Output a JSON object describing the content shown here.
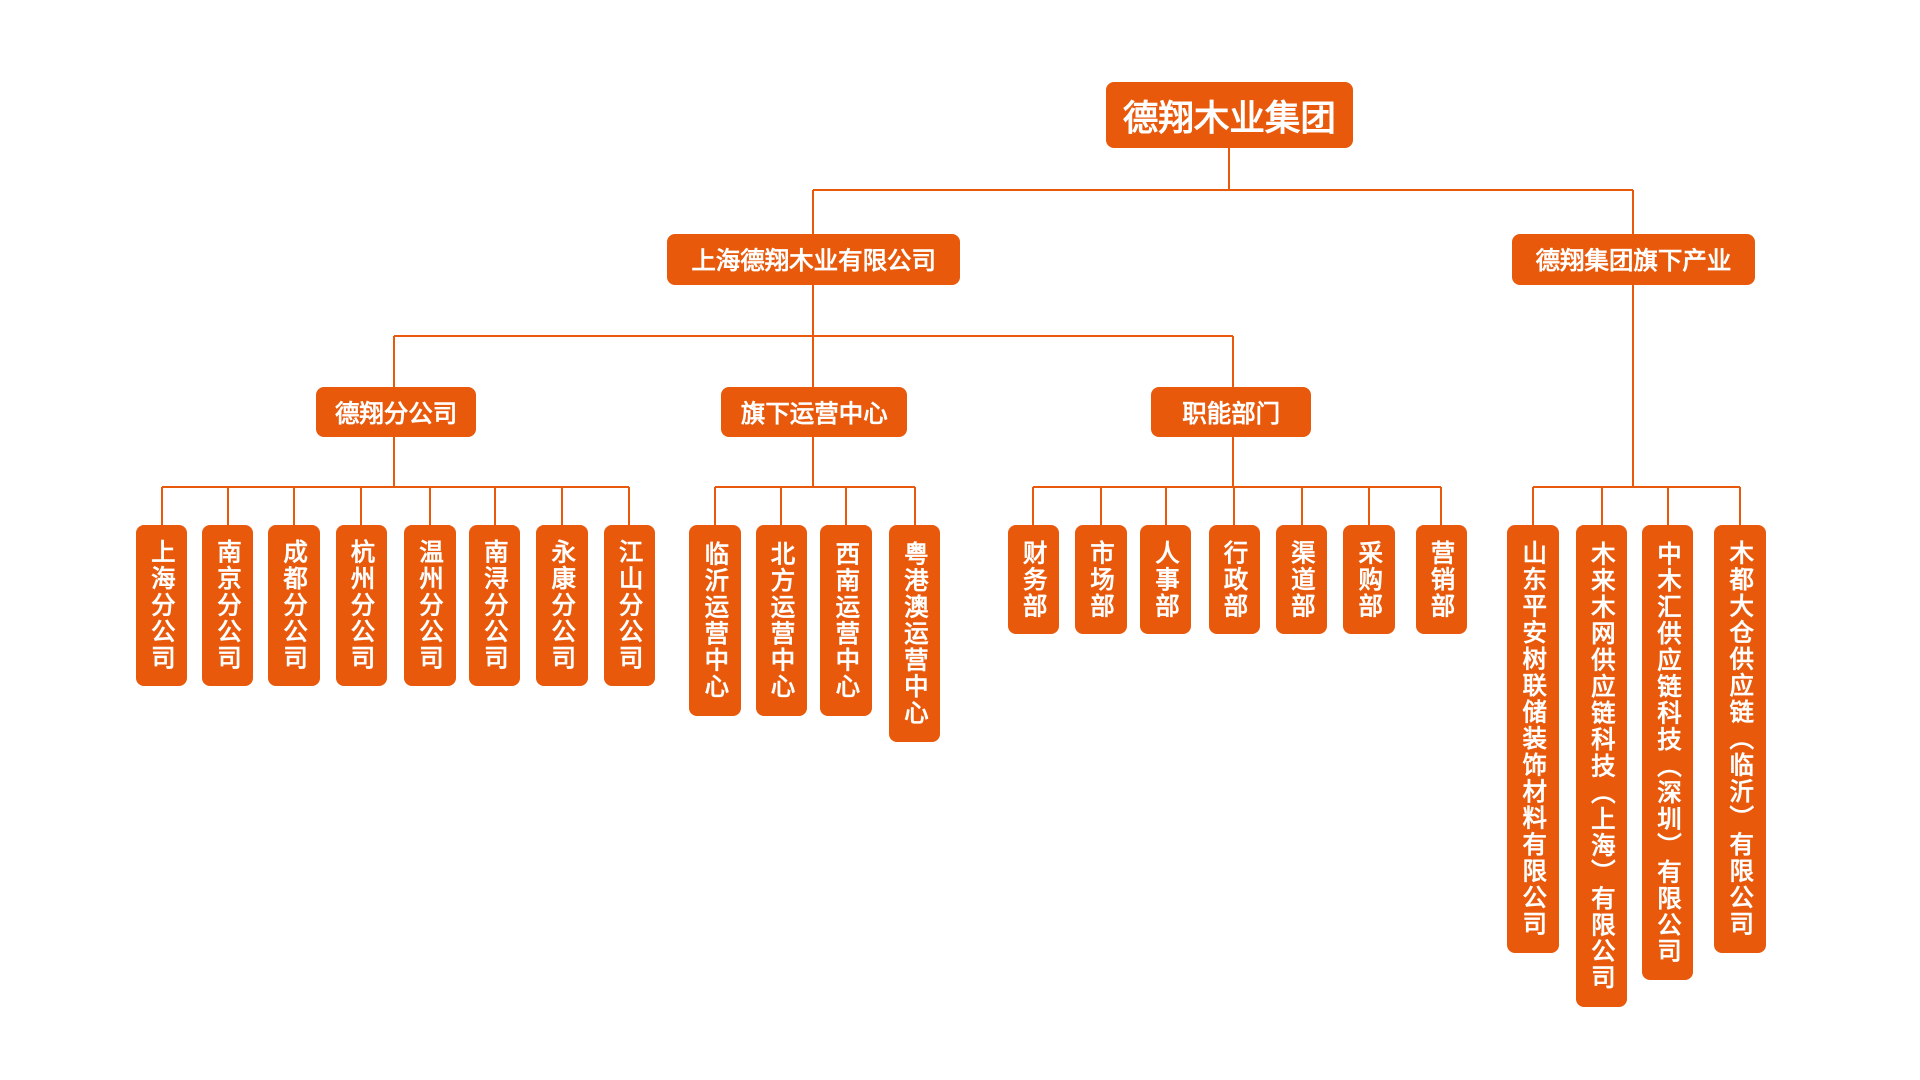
{
  "theme": {
    "node_color": "#e8590c",
    "line_color": "#e8590c",
    "text_color": "#ffffff",
    "background": "#ffffff"
  },
  "root": "德翔木业集团",
  "level1": [
    "上海德翔木业有限公司",
    "德翔集团旗下产业"
  ],
  "level2": [
    "德翔分公司",
    "旗下运营中心",
    "职能部门"
  ],
  "branches": [
    "上海分公司",
    "南京分公司",
    "成都分公司",
    "杭州分公司",
    "温州分公司",
    "南浔分公司",
    "永康分公司",
    "江山分公司"
  ],
  "centers": [
    "临沂运营中心",
    "北方运营中心",
    "西南运营中心",
    "粤港澳运营中心"
  ],
  "departments": [
    "财务部",
    "市场部",
    "人事部",
    "行政部",
    "渠道部",
    "采购部",
    "营销部"
  ],
  "industries": [
    "山东平安树联储装饰材料有限公司",
    "木来木网供应链科技（上海）有限公司",
    "中木汇供应链科技（深圳）有限公司",
    "木都大仓供应链（临沂）有限公司"
  ]
}
